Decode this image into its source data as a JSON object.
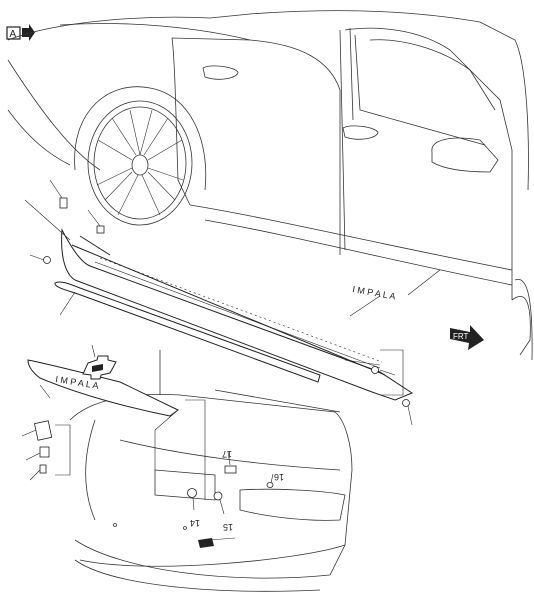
{
  "view_marker": "A",
  "front_arrow": "FRT",
  "callouts": {
    "c14": "14",
    "c15": "15",
    "c16": "16",
    "c17": "17"
  },
  "trunk_badge_text": "I M P A L A",
  "door_badge_text": "I M P A L A"
}
